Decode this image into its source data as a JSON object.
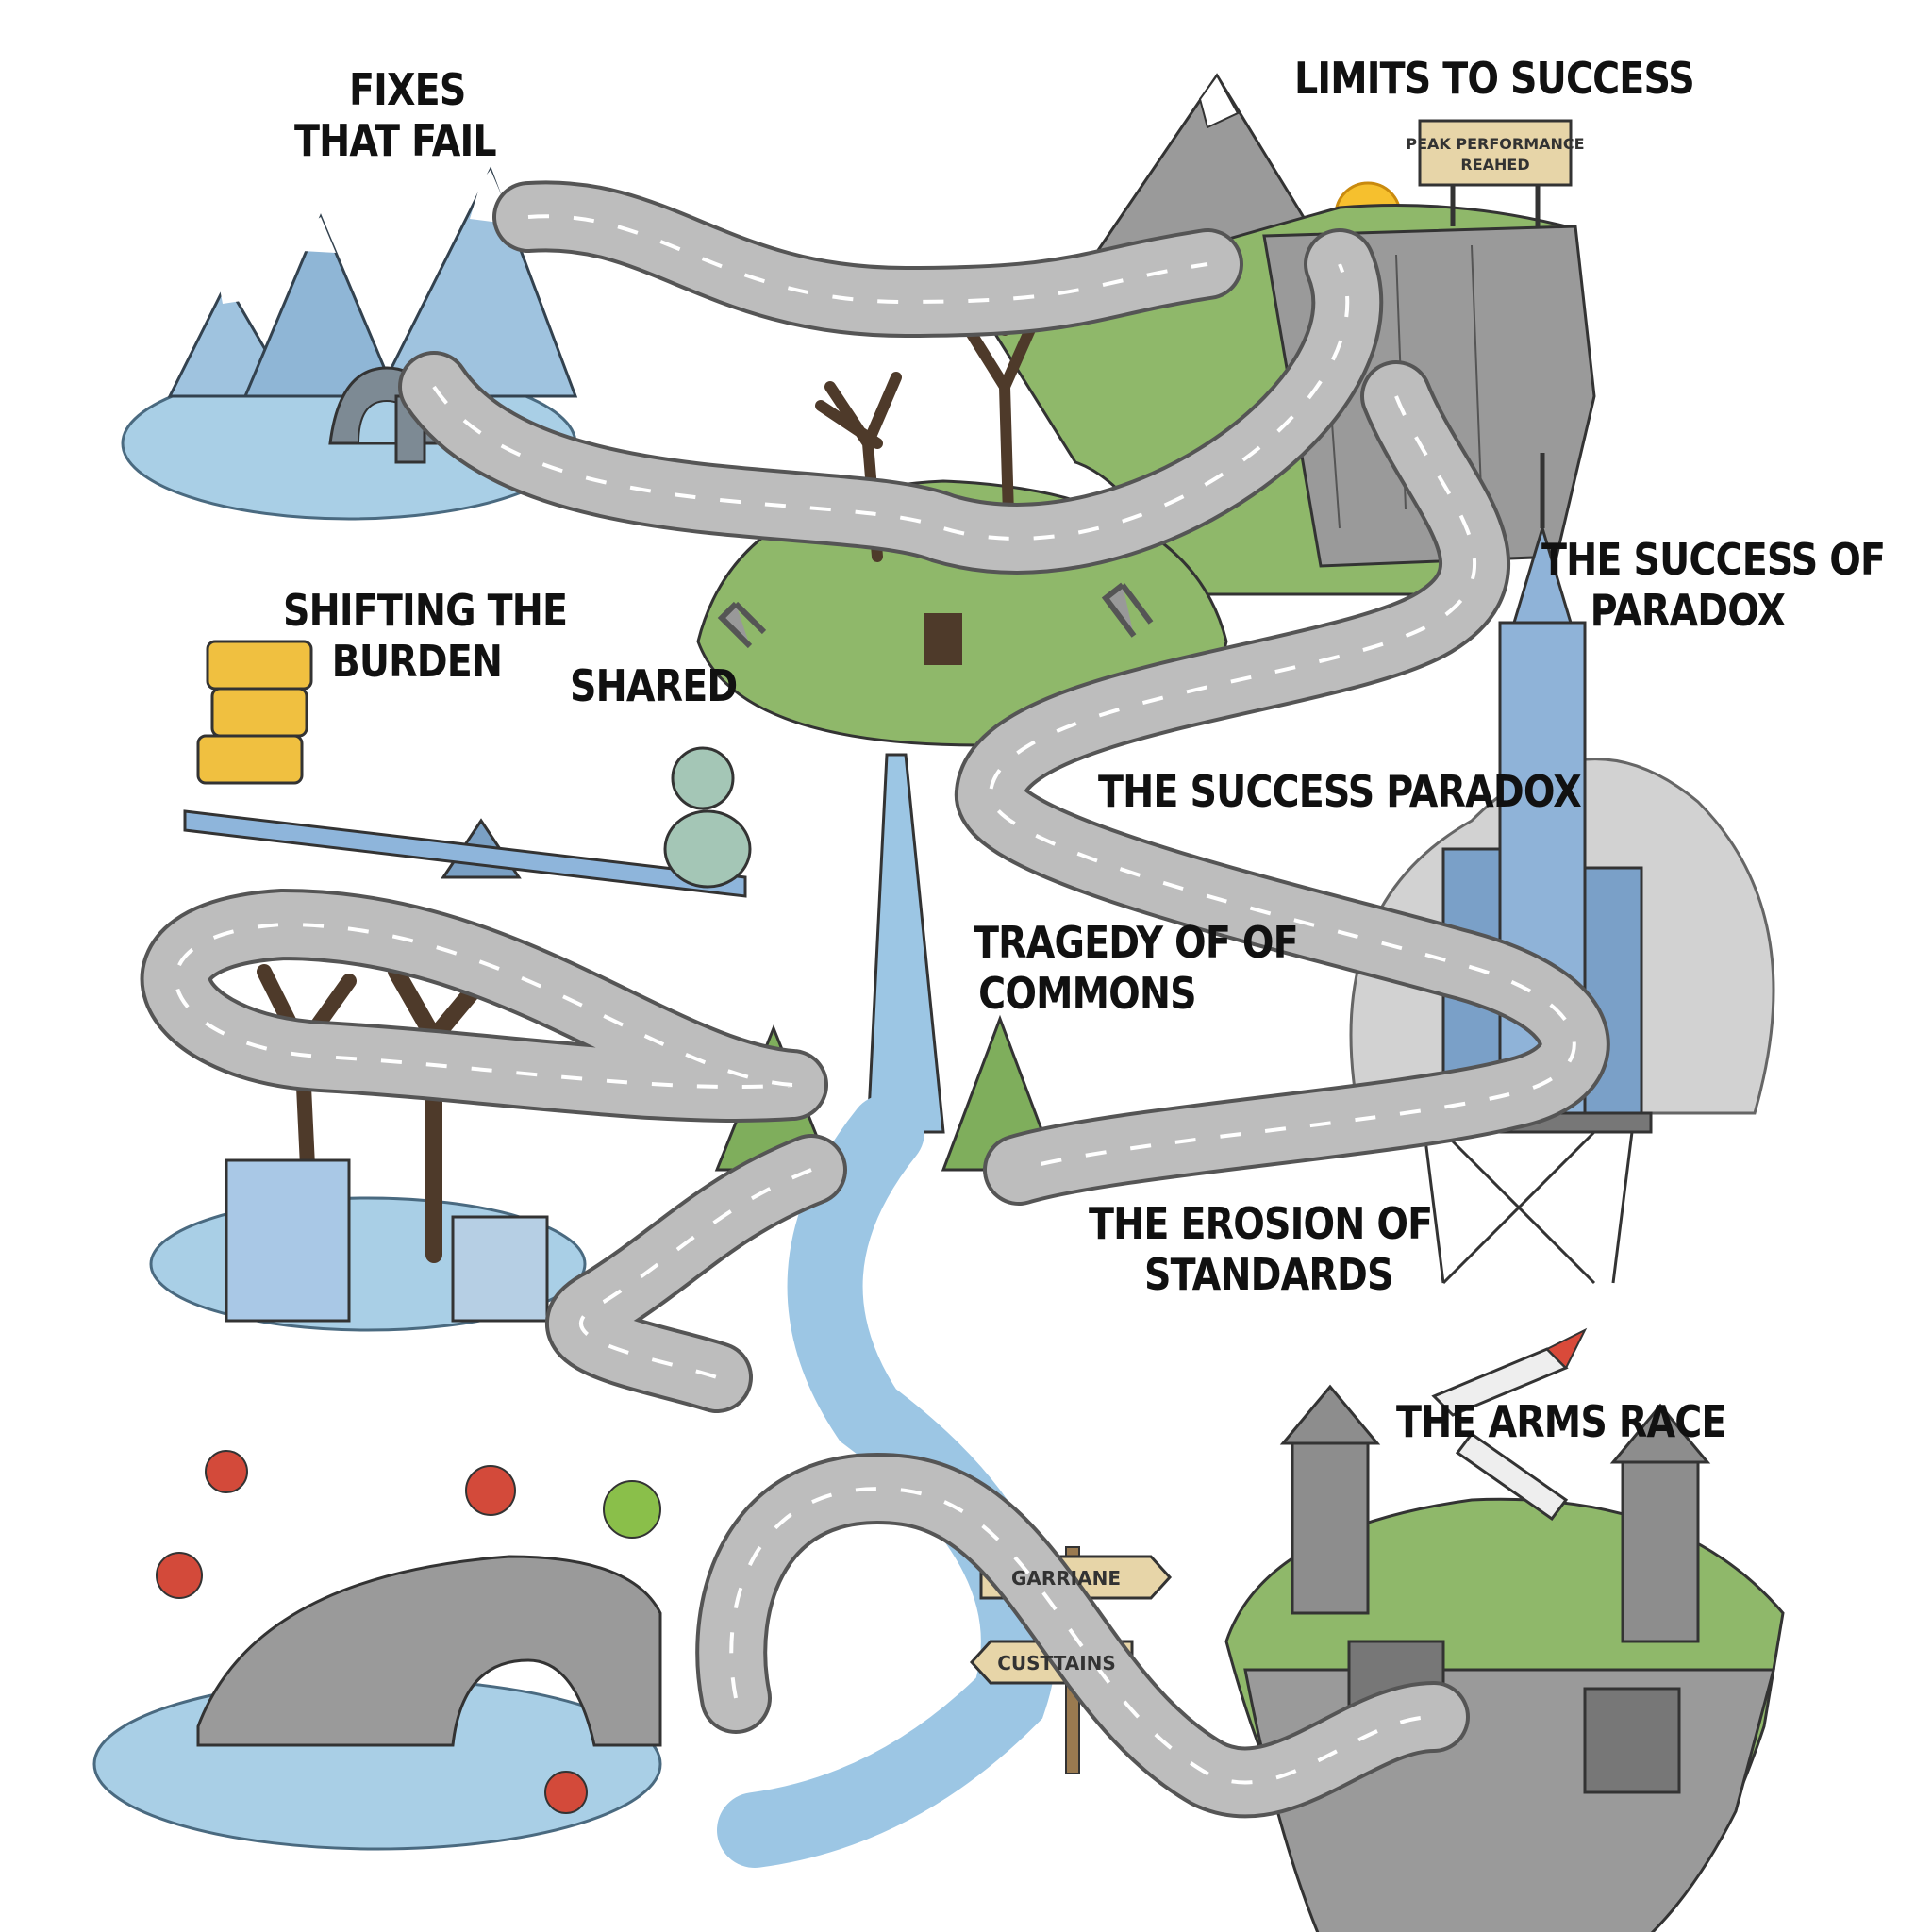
{
  "labels": {
    "fixes_that_fail": [
      "FIXES",
      "THAT FAIL"
    ],
    "limits_to_success": "LIMITS TO SUCCESS",
    "shifting_the_burden": [
      "SHIFTING THE",
      "BURDEN"
    ],
    "shared": "SHARED",
    "success_of_paradox": [
      "THE SUCCESS OF",
      "PARADOX"
    ],
    "success_paradox": "THE SUCCESS PARADOX",
    "tragedy_of_commons": [
      "TRAGEDY OF OF",
      "COMMONS"
    ],
    "erosion_of_standards": [
      "THE EROSION OF",
      "STANDARDS"
    ],
    "arms_race": "THE ARMS RACE"
  },
  "signs": {
    "peak": [
      "PEAK PERFORMANCE",
      "REAHED"
    ],
    "signpost_top": "GARRIANE",
    "signpost_bottom": "CUSTTAINS"
  },
  "colors": {
    "road": "#bdbdbd",
    "road_edge": "#555555",
    "water": "#a9cfe6",
    "grass": "#8fb86a",
    "rock": "#8a8a8a",
    "tower": "#8fb3d8",
    "crate": "#f0c040",
    "rocket": "#d94a3a"
  }
}
